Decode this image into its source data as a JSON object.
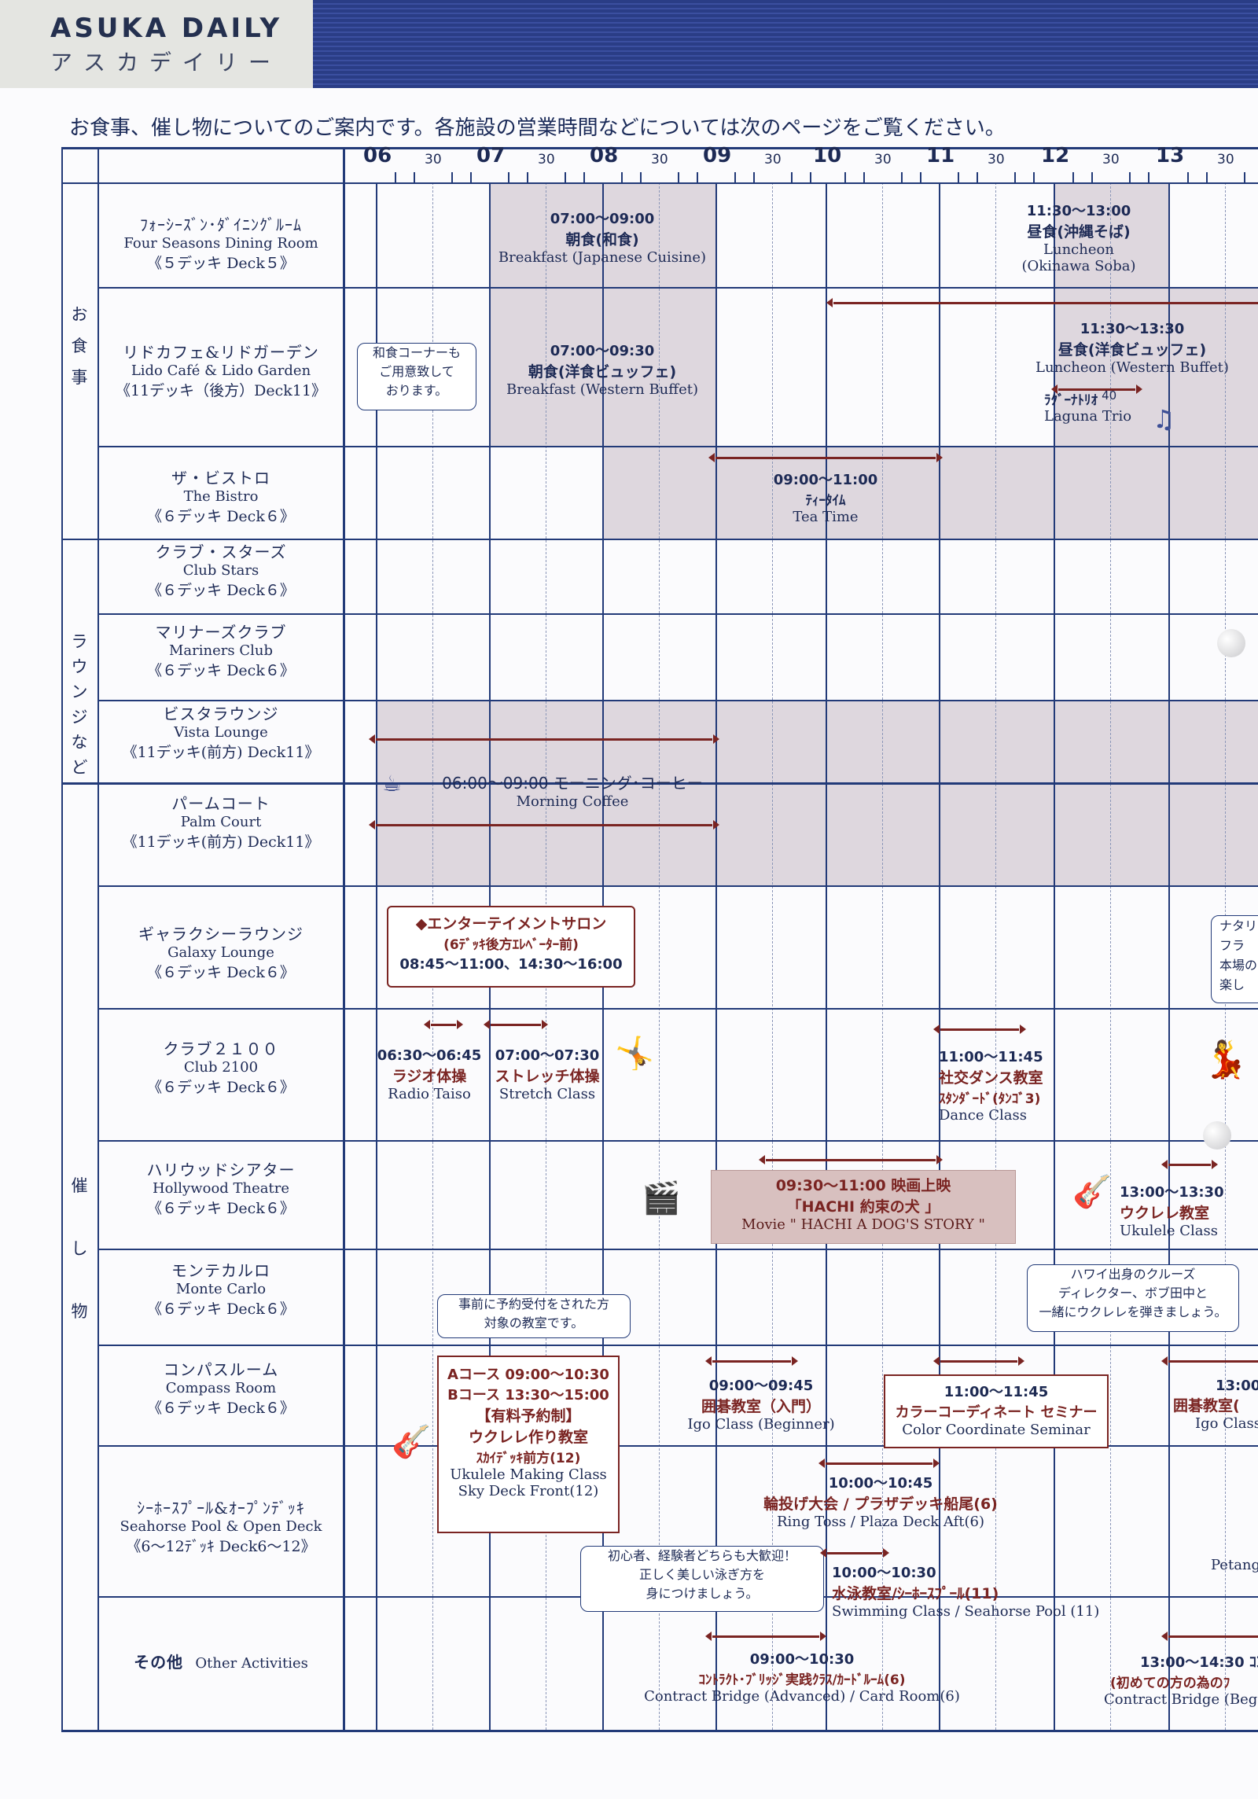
{
  "header": {
    "title_en": "ASUKA DAILY",
    "title_jp": "アスカデイリー"
  },
  "subtitle": "お食事、催し物についてのご案内です。各施設の営業時間などについては次のページをご覧ください。",
  "time_axis": {
    "hours": [
      "06",
      "07",
      "08",
      "09",
      "10",
      "11",
      "12",
      "13"
    ],
    "half": "30"
  },
  "categories": {
    "dining": "お食事",
    "lounges": "ラウンジなど",
    "events": "催し物"
  },
  "venues": [
    {
      "jp": "ﾌｫｰｼｰｽﾞﾝ･ﾀﾞｲﾆﾝｸﾞﾙｰﾑ",
      "en": "Four Seasons Dining Room",
      "deck": "《５デッキ Deck５》"
    },
    {
      "jp": "リドカフェ&リドガーデン",
      "en": "Lido Café & Lido Garden",
      "deck": "《11デッキ（後方）Deck11》"
    },
    {
      "jp": "ザ・ビストロ",
      "en": "The Bistro",
      "deck": "《６デッキ Deck６》"
    },
    {
      "jp": "クラブ・スターズ",
      "en": "Club Stars",
      "deck": "《６デッキ Deck６》"
    },
    {
      "jp": "マリナーズクラブ",
      "en": "Mariners Club",
      "deck": "《６デッキ Deck６》"
    },
    {
      "jp": "ビスタラウンジ",
      "en": "Vista Lounge",
      "deck": "《11デッキ(前方) Deck11》"
    },
    {
      "jp": "パームコート",
      "en": "Palm Court",
      "deck": "《11デッキ(前方) Deck11》"
    },
    {
      "jp": "ギャラクシーラウンジ",
      "en": "Galaxy Lounge",
      "deck": "《６デッキ Deck６》"
    },
    {
      "jp": "クラブ２１００",
      "en": "Club 2100",
      "deck": "《６デッキ Deck６》"
    },
    {
      "jp": "ハリウッドシアター",
      "en": "Hollywood Theatre",
      "deck": "《６デッキ Deck６》"
    },
    {
      "jp": "モンテカルロ",
      "en": "Monte Carlo",
      "deck": "《６デッキ Deck６》"
    },
    {
      "jp": "コンパスルーム",
      "en": "Compass Room",
      "deck": "《６デッキ Deck６》"
    },
    {
      "jp": "ｼｰﾎｰｽﾌﾟｰﾙ&ｵｰﾌﾟﾝﾃﾞｯｷ",
      "en": "Seahorse Pool & Open Deck",
      "deck": "《6～12ﾃﾞｯｷ Deck6～12》"
    },
    {
      "jp": "その他",
      "en": "Other Activities"
    }
  ],
  "events": {
    "fs_breakfast": {
      "time": "07:00～09:00",
      "jp": "朝食(和食)",
      "en": "Breakfast (Japanese Cuisine)"
    },
    "fs_lunch": {
      "time": "11:30～13:00",
      "jp": "昼食(沖縄そば)",
      "en1": "Luncheon",
      "en2": "(Okinawa Soba)"
    },
    "lido_note": {
      "l1": "和食コーナーも",
      "l2": "ご用意致して",
      "l3": "おります。"
    },
    "lido_breakfast": {
      "time": "07:00～09:30",
      "jp": "朝食(洋食ビュッフェ)",
      "en": "Breakfast (Western Buffet)"
    },
    "lido_lunch": {
      "time": "11:30～13:30",
      "jp": "昼食(洋食ビュッフェ)",
      "en": "Luncheon (Western Buffet)"
    },
    "laguna": {
      "jp": "ﾗｸﾞｰﾅﾄﾘｵ",
      "num": "40",
      "en": "Laguna Trio"
    },
    "tea": {
      "time": "09:00～11:00",
      "jp": "ﾃｨｰﾀｲﾑ",
      "en": "Tea Time"
    },
    "coffee": {
      "time": "06:00～09:00 モーニング･コーヒー",
      "en": "Morning Coffee"
    },
    "salon": {
      "title": "◆エンターテイメントサロン",
      "sub": "(6ﾃﾞｯｷ後方ｴﾚﾍﾞｰﾀｰ前)",
      "times": "08:45～11:00、14:30～16:00"
    },
    "galaxy_side": {
      "l1": "ナタリ",
      "l2": "フラ",
      "l3": "本場の",
      "l4": "楽し"
    },
    "radio": {
      "time": "06:30～06:45",
      "jp": "ラジオ体操",
      "en": "Radio Taiso"
    },
    "stretch": {
      "time": "07:00～07:30",
      "jp": "ストレッチ体操",
      "en": "Stretch Class"
    },
    "dance": {
      "time": "11:00～11:45",
      "jp": "社交ダンス教室",
      "sub": "ｽﾀﾝﾀﾞｰﾄﾞ(ﾀﾝｺﾞ3)",
      "en": "Dance Class"
    },
    "movie": {
      "time": "09:30～11:00 映画上映",
      "jp": "「HACHI 約束の犬 」",
      "en": "Movie \" HACHI A DOG'S STORY \""
    },
    "ukulele_theatre": {
      "time": "13:00～13:30",
      "jp": "ウクレレ教室",
      "en": "Ukulele Class"
    },
    "monte_note": {
      "l1": "事前に予約受付をされた方",
      "l2": "対象の教室です。"
    },
    "hawaii_note": {
      "l1": "ハワイ出身のクルーズ",
      "l2": "ディレクター、ボブ田中と",
      "l3": "一緒にウクレレを弾きましょう。"
    },
    "uku_making": {
      "a": "Aコース 09:00～10:30",
      "b": "Bコース 13:30～15:00",
      "paid": "【有料予約制】",
      "jp": "ウクレレ作り教室",
      "loc": "ｽｶｲﾃﾞｯｷ前方(12)",
      "en": "Ukulele Making Class",
      "en2": "Sky Deck Front(12)"
    },
    "igo": {
      "time": "09:00～09:45",
      "jp": "囲碁教室（入門）",
      "en": "Igo Class (Beginner)"
    },
    "color": {
      "time": "11:00～11:45",
      "jp": "カラーコーディネート セミナー",
      "en": "Color Coordinate Seminar"
    },
    "igo2": {
      "time": "13:00",
      "jp": "囲碁教室(",
      "en": "Igo Class"
    },
    "ringtoss": {
      "time": "10:00～10:45",
      "jp": "輪投げ大会 / プラザデッキ船尾(6)",
      "en": "Ring Toss / Plaza Deck Aft(6)"
    },
    "swim_note": {
      "l1": "初心者、経験者どちらも大歓迎！",
      "l2": "正しく美しい泳ぎ方を",
      "l3": "身につけましょう。"
    },
    "swim": {
      "time": "10:00～10:30",
      "jp": "水泳教室/ｼｰﾎｰｽﾌﾟｰﾙ(11)",
      "en": "Swimming Class  /  Seahorse Pool (11)"
    },
    "petanque": {
      "en": "Petang"
    },
    "bridge": {
      "time": "09:00～10:30",
      "jp": "ｺﾝﾄﾗｸﾄ･ﾌﾞﾘｯｼﾞ実践ｸﾗｽ/ｶｰﾄﾞﾙｰﾑ(6)",
      "en": "Contract Bridge (Advanced) / Card Room(6)"
    },
    "bridge2": {
      "time": "13:00～14:30 ｺﾝ",
      "jp": "(初めての方の為のﾌ",
      "en": "Contract Bridge (Beg"
    }
  }
}
